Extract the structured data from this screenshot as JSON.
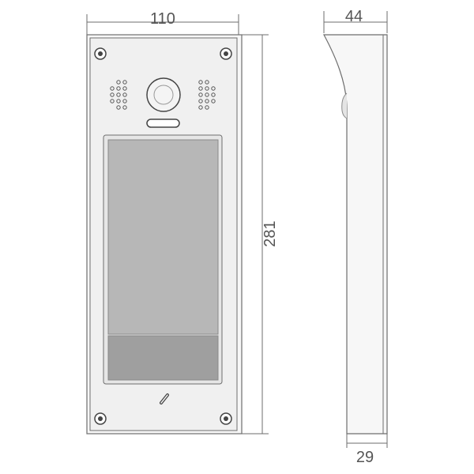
{
  "dimensions": {
    "width_front": "110",
    "height": "281",
    "depth_top": "44",
    "depth_bottom": "29"
  },
  "colors": {
    "line": "#6e6e6e",
    "panel": "#f0f0f0",
    "screen": "#b7b7b7",
    "screen_lower": "#9f9f9f",
    "dim_text": "#555555"
  }
}
